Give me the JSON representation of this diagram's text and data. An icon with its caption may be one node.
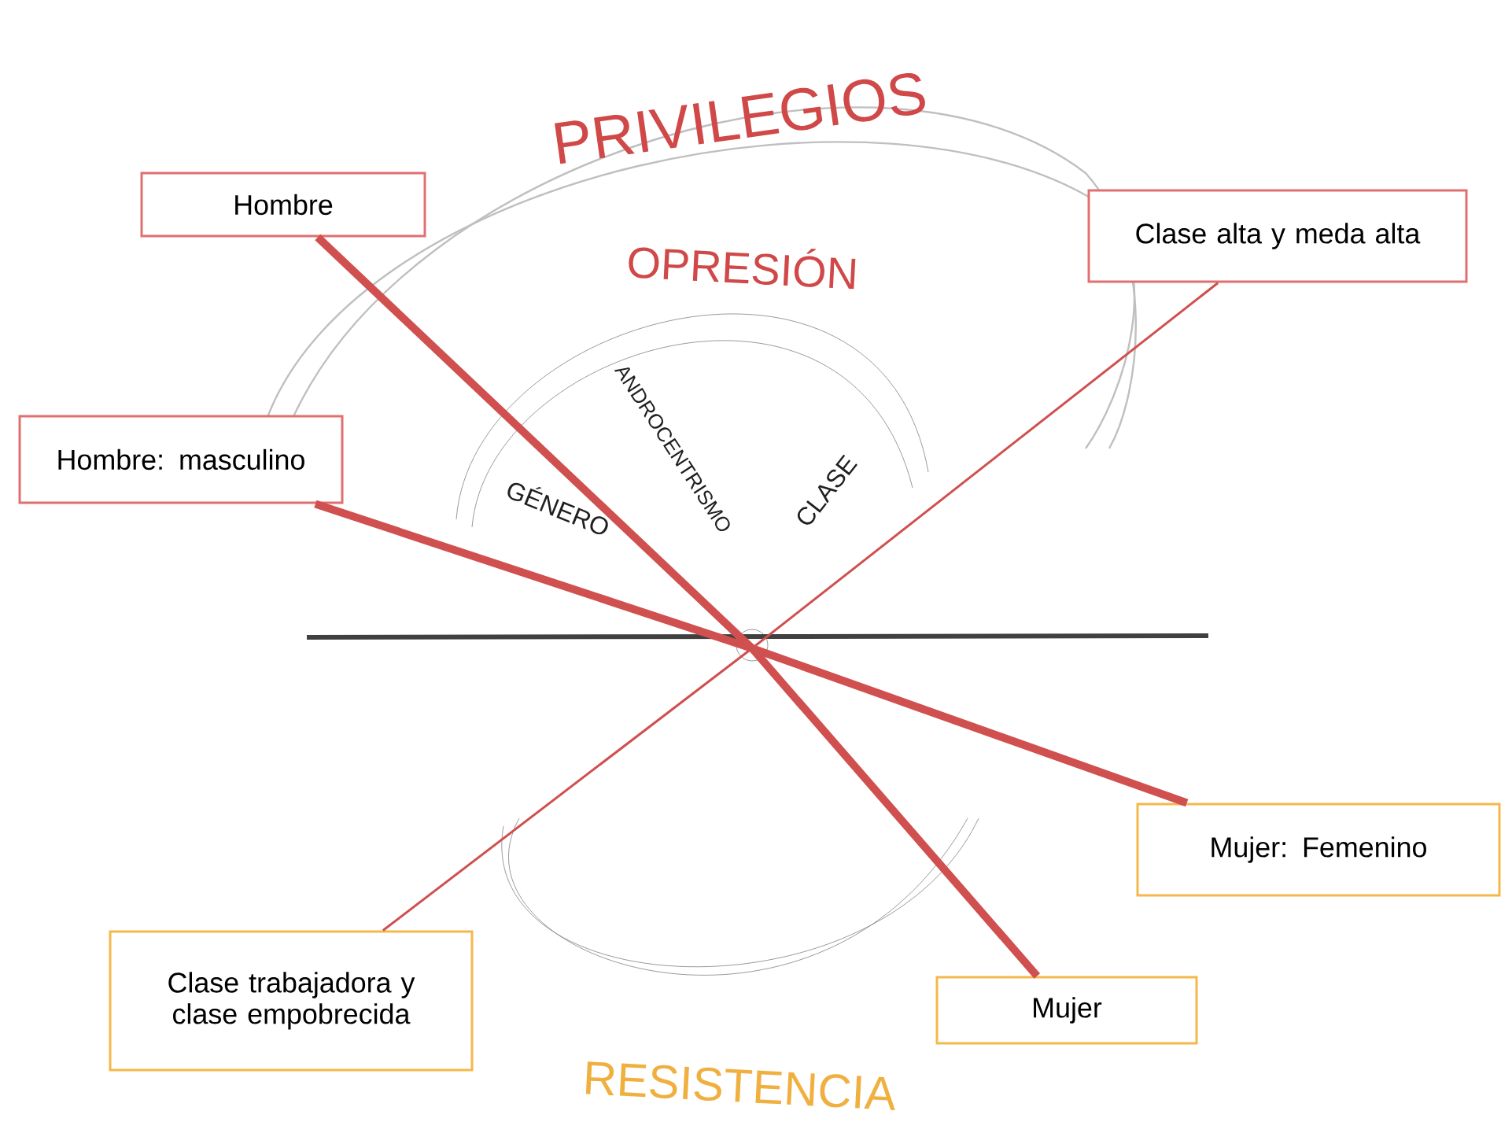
{
  "diagram": {
    "nodes": [
      {
        "text": [
          "Hombre"
        ]
      },
      {
        "text": [
          "Clase alta y meda alta"
        ]
      },
      {
        "text": [
          "Hombre: masculino"
        ]
      },
      {
        "text": [
          "Mujer: Femenino"
        ]
      },
      {
        "text": [
          "Clase trabajadora y clase empobrecida"
        ]
      },
      {
        "text": [
          "Mujer"
        ]
      }
    ],
    "edges": [
      {
        "from": 0,
        "to": 5,
        "arrow": "none"
      },
      {
        "from": 2,
        "to": 3,
        "arrow": "none"
      },
      {
        "from": 4,
        "to": 1,
        "arrow": "none"
      }
    ],
    "labels": [
      "PRIVILEGIOS",
      "OPRESIÓN",
      "ANDROCENTRISMO",
      "GÉNERO",
      "CLASE",
      "RESISTENCIA"
    ]
  }
}
